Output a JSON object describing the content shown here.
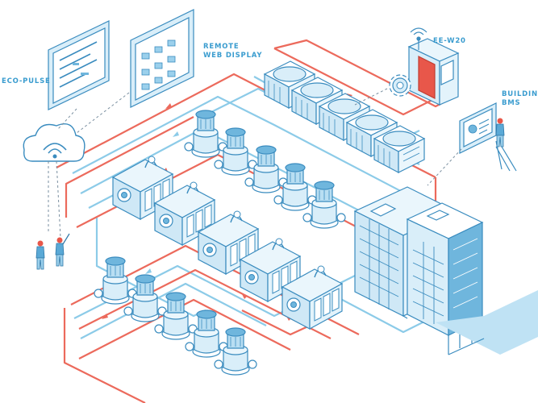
{
  "labels": {
    "eco_pulse": "ECO-PULSE",
    "remote_display_1": "REMOTE",
    "remote_display_2": "WEB DISPLAY",
    "ee_w20": "EE-W20",
    "building_1": "BUILDING",
    "building_2": "BMS"
  },
  "colors": {
    "supply_pipe": "#ec6a5c",
    "return_pipe": "#8ccbe8",
    "equipment_outline": "#3a8cbf",
    "equipment_fill": "#d9eef9",
    "equipment_dark": "#6fb6dd",
    "label": "#3a9ccf",
    "accent_red": "#e8574a"
  },
  "icons": {
    "cloud": "cloud-wifi-icon",
    "wireless": "wireless-signal-icon",
    "gear": "gear-icon"
  }
}
